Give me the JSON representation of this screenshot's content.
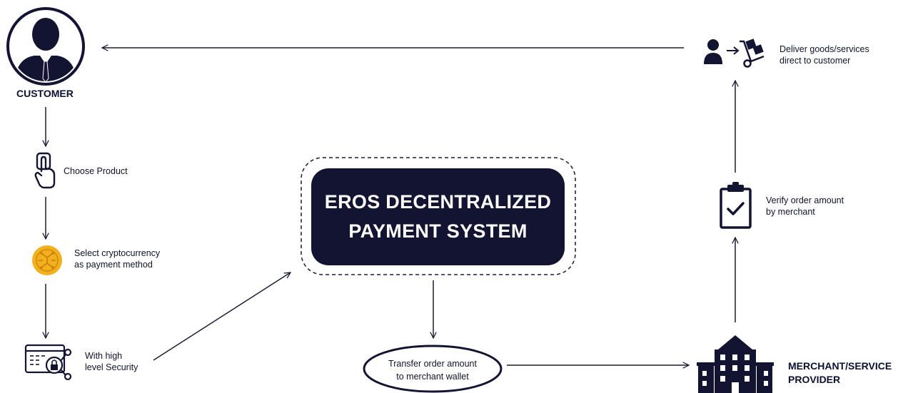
{
  "customer": {
    "label": "CUSTOMER"
  },
  "steps": {
    "choose_product": "Choose Product",
    "select_crypto_line1": "Select cryptocurrency",
    "select_crypto_line2": "as payment method",
    "security_line1": "With high",
    "security_line2": "level Security"
  },
  "center": {
    "line1": "EROS DECENTRALIZED",
    "line2": "PAYMENT SYSTEM"
  },
  "transfer": {
    "line1": "Transfer order amount",
    "line2": "to merchant wallet"
  },
  "merchant": {
    "line1": "MERCHANT/SERVICE",
    "line2": "PROVIDER"
  },
  "verify": {
    "line1": "Verify order amount",
    "line2": "by merchant"
  },
  "deliver": {
    "line1": "Deliver goods/services",
    "line2": "direct to customer"
  },
  "colors": {
    "navy": "#121432",
    "coin": "#f2b01e",
    "line": "#1a1d33"
  },
  "icons": [
    "customer-avatar-icon",
    "hand-tap-icon",
    "crypto-coin-icon",
    "security-lock-icon",
    "building-icon",
    "clipboard-check-icon",
    "delivery-cart-icon"
  ]
}
